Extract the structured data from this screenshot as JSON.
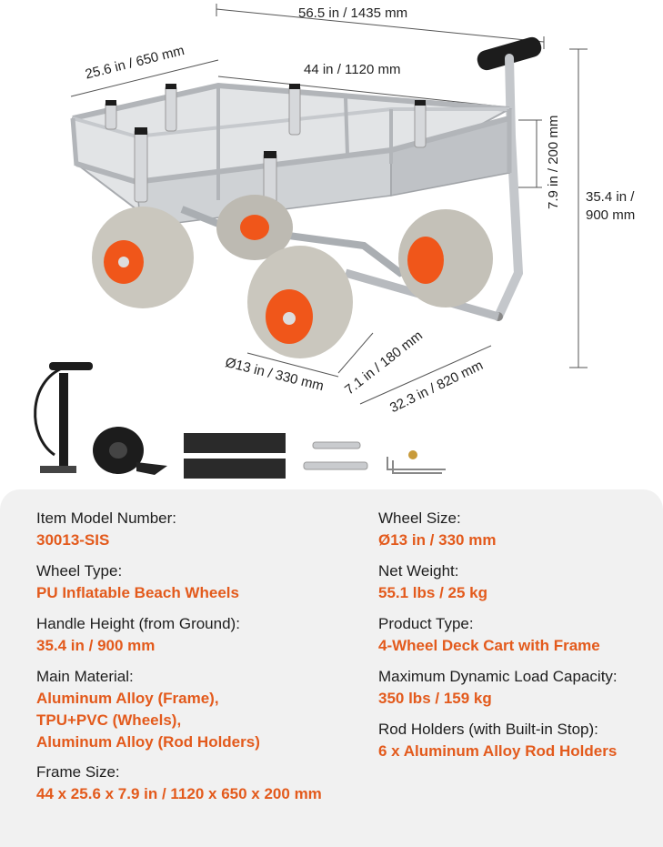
{
  "dimensions": {
    "overall_length": "56.5 in / 1435 mm",
    "width": "25.6 in / 650 mm",
    "frame_length": "44 in / 1120 mm",
    "frame_height": "7.9 in / 200 mm",
    "handle_height_line1": "35.4 in /",
    "handle_height_line2": "900 mm",
    "wheel_diameter": "Ø13 in / 330 mm",
    "wheel_width": "7.1 in / 180 mm",
    "wheelbase": "32.3 in / 820 mm"
  },
  "specs": {
    "left": [
      {
        "label": "Item Model Number:",
        "values": [
          "30013-SIS"
        ]
      },
      {
        "label": "Wheel Type:",
        "values": [
          "PU Inflatable Beach Wheels"
        ]
      },
      {
        "label": "Handle Height (from Ground):",
        "values": [
          "35.4 in / 900 mm"
        ]
      },
      {
        "label": "Main Material:",
        "values": [
          "Aluminum Alloy (Frame),",
          "TPU+PVC (Wheels),",
          "Aluminum Alloy (Rod Holders)"
        ]
      },
      {
        "label": "Frame Size:",
        "values": [
          "44 x 25.6 x 7.9 in / 1120 x 650 x 200 mm"
        ]
      }
    ],
    "right": [
      {
        "label": "Wheel Size:",
        "values": [
          "Ø13 in / 330 mm"
        ]
      },
      {
        "label": "Net Weight:",
        "values": [
          "55.1 lbs / 25 kg"
        ]
      },
      {
        "label": "Product Type:",
        "values": [
          "4-Wheel Deck Cart with Frame"
        ]
      },
      {
        "label": "Maximum Dynamic Load Capacity:",
        "values": [
          "350 lbs / 159 kg"
        ]
      },
      {
        "label": "Rod Holders  (with Built-in Stop):",
        "values": [
          "6 x Aluminum Alloy Rod Holders"
        ]
      }
    ]
  },
  "colors": {
    "accent": "#e35a1c",
    "text": "#1d1d1d",
    "card": "#f1f1f1",
    "tire": "#c9c6bd",
    "hub": "#f0561a",
    "frame": "#c8cbcf"
  }
}
